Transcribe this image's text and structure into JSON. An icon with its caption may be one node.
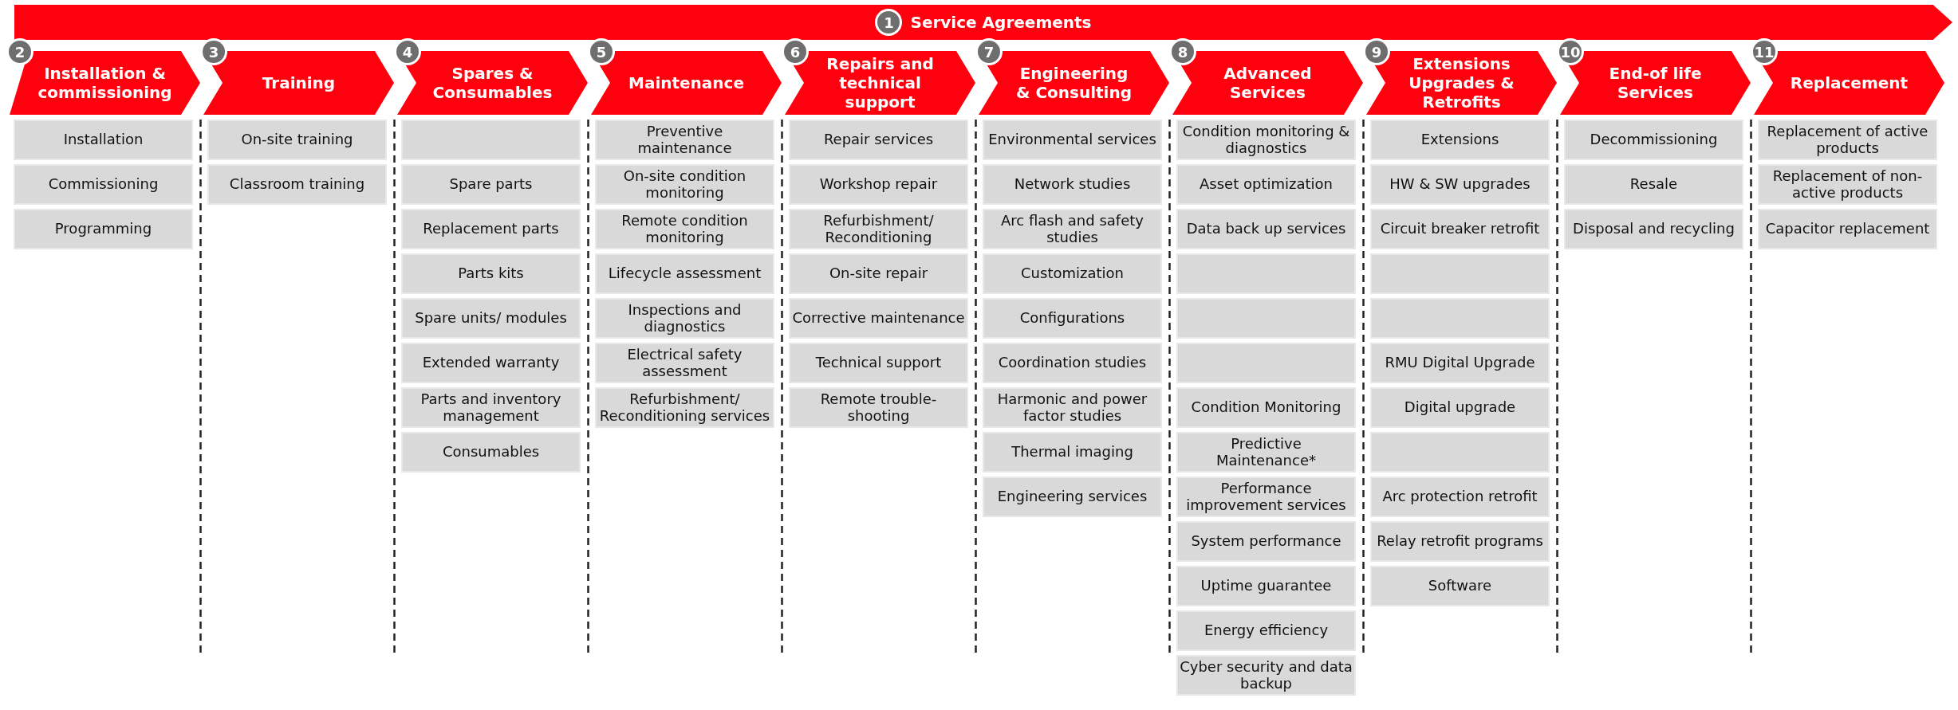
{
  "diagram": {
    "nodes": [
      {
        "text": [
          "1",
          "Service Agreements"
        ]
      },
      {
        "text": [
          "2",
          "Installation & commissioning"
        ]
      },
      {
        "text": [
          "Installation"
        ]
      },
      {
        "text": [
          "Commissioning"
        ]
      },
      {
        "text": [
          "Programming"
        ]
      },
      {
        "text": [
          "3",
          "Training"
        ]
      },
      {
        "text": [
          "On-site training"
        ]
      },
      {
        "text": [
          "Classroom training"
        ]
      },
      {
        "text": [
          "4",
          "Spares & Consumables"
        ]
      },
      {
        "text": [],
        "shape": "box"
      },
      {
        "text": [
          "Spare parts"
        ]
      },
      {
        "text": [
          "Replacement parts"
        ]
      },
      {
        "text": [
          "Parts kits"
        ]
      },
      {
        "text": [
          "Spare units/ modules"
        ]
      },
      {
        "text": [
          "Extended warranty"
        ]
      },
      {
        "text": [
          "Parts and inventory management"
        ]
      },
      {
        "text": [
          "Consumables"
        ]
      },
      {
        "text": [
          "5",
          "Maintenance"
        ]
      },
      {
        "text": [
          "Preventive maintenance"
        ]
      },
      {
        "text": [
          "On-site condition monitoring"
        ]
      },
      {
        "text": [
          "Remote condition monitoring"
        ]
      },
      {
        "text": [
          "Lifecycle assessment"
        ]
      },
      {
        "text": [
          "Inspections and diagnostics"
        ]
      },
      {
        "text": [
          "Electrical safety assessment"
        ]
      },
      {
        "text": [
          "Refurbishment/ Reconditioning services"
        ]
      },
      {
        "text": [
          "6",
          "Repairs and technical support"
        ]
      },
      {
        "text": [
          "Repair services"
        ]
      },
      {
        "text": [
          "Workshop repair"
        ]
      },
      {
        "text": [
          "Refurbishment/ Reconditioning"
        ]
      },
      {
        "text": [
          "On-site repair"
        ]
      },
      {
        "text": [
          "Corrective maintenance"
        ]
      },
      {
        "text": [
          "Technical support"
        ]
      },
      {
        "text": [
          "Remote trouble-shooting"
        ]
      },
      {
        "text": [
          "7",
          "Engineering & Consulting"
        ]
      },
      {
        "text": [
          "Environmental services"
        ]
      },
      {
        "text": [
          "Network studies"
        ]
      },
      {
        "text": [
          "Arc flash and safety studies"
        ]
      },
      {
        "text": [
          "Customization"
        ]
      },
      {
        "text": [
          "Configurations"
        ]
      },
      {
        "text": [
          "Coordination studies"
        ]
      },
      {
        "text": [
          "Harmonic and power factor studies"
        ]
      },
      {
        "text": [
          "Thermal imaging"
        ]
      },
      {
        "text": [
          "Engineering services"
        ]
      },
      {
        "text": [
          "8",
          "Advanced Services"
        ]
      },
      {
        "text": [
          "Condition monitoring & diagnostics"
        ]
      },
      {
        "text": [
          "Asset optimization"
        ]
      },
      {
        "text": [
          "Data back up services"
        ]
      },
      {
        "text": [],
        "shape": "box"
      },
      {
        "text": [],
        "shape": "box"
      },
      {
        "text": [],
        "shape": "box"
      },
      {
        "text": [
          "Condition Monitoring"
        ]
      },
      {
        "text": [
          "Predictive Maintenance*"
        ]
      },
      {
        "text": [
          "Performance improvement services"
        ]
      },
      {
        "text": [
          "System performance"
        ]
      },
      {
        "text": [
          "Uptime guarantee"
        ]
      },
      {
        "text": [
          "Energy efficiency"
        ]
      },
      {
        "text": [
          "Cyber security and data backup"
        ]
      },
      {
        "text": [
          "9",
          "Extensions Upgrades & Retrofits"
        ]
      },
      {
        "text": [
          "Extensions"
        ]
      },
      {
        "text": [
          "HW & SW upgrades"
        ]
      },
      {
        "text": [
          "Circuit breaker retrofit"
        ]
      },
      {
        "text": [],
        "shape": "box"
      },
      {
        "text": [],
        "shape": "box"
      },
      {
        "text": [
          "RMU Digital Upgrade"
        ]
      },
      {
        "text": [
          "Digital upgrade"
        ]
      },
      {
        "text": [],
        "shape": "box"
      },
      {
        "text": [
          "Arc protection retrofit"
        ]
      },
      {
        "text": [
          "Relay retrofit programs"
        ]
      },
      {
        "text": [
          "Software"
        ]
      },
      {
        "text": [
          "10",
          "End-of life Services"
        ]
      },
      {
        "text": [
          "Decommissioning"
        ]
      },
      {
        "text": [
          "Resale"
        ]
      },
      {
        "text": [
          "Disposal and recycling"
        ]
      },
      {
        "text": [
          "11",
          "Replacement"
        ]
      },
      {
        "text": [
          "Replacement of active products"
        ]
      },
      {
        "text": [
          "Replacement of non-active products"
        ]
      },
      {
        "text": [
          "Capacitor replacement"
        ]
      }
    ],
    "edges": []
  }
}
